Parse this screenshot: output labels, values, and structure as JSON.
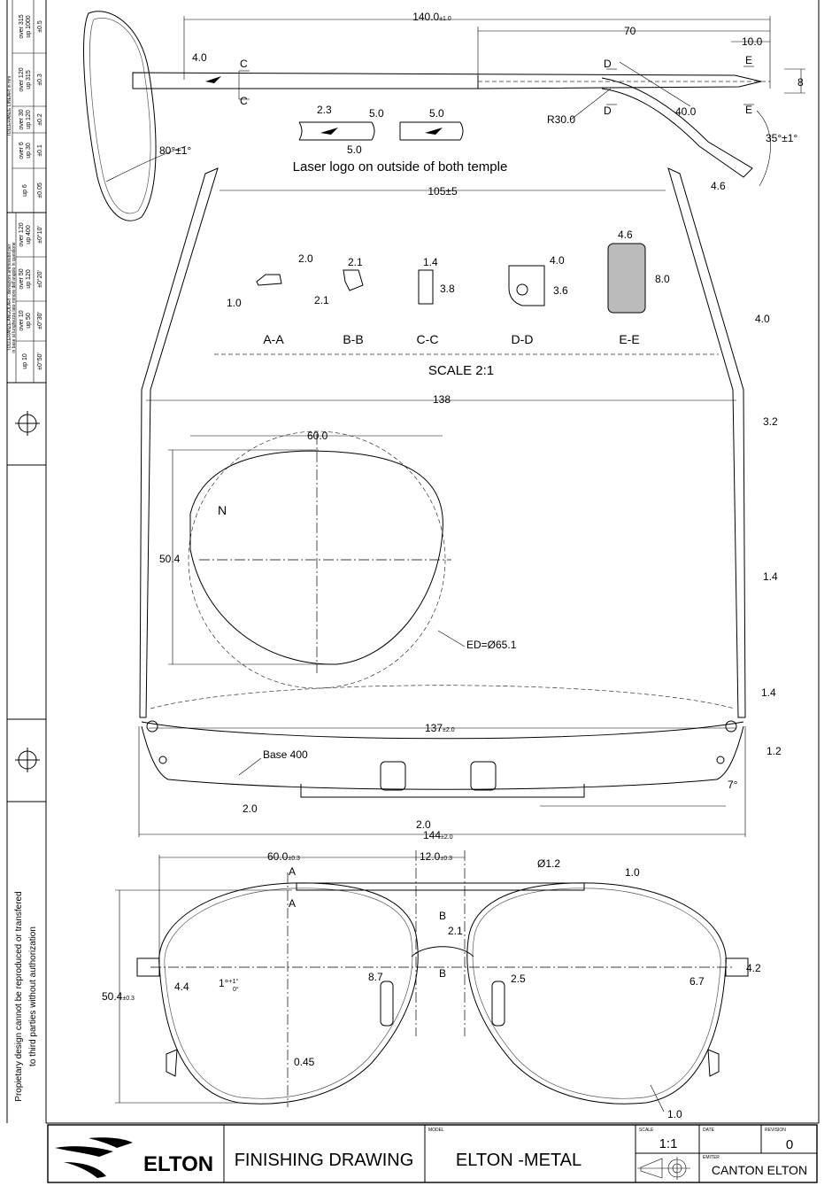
{
  "tolerance_table": {
    "linear_header": "TOLLERANZE LINEARI in mm",
    "angular_header": "TOLLERANZE ANGOLARI - deviazioni ammissibili per",
    "angular_subheader": "in base al lunghezza lato minore dell'angolo in questione",
    "linear": [
      {
        "range1": "over 315",
        "range2": "up 1000",
        "tol": "±0.5"
      },
      {
        "range1": "over 120",
        "range2": "up 315",
        "tol": "±0.3"
      },
      {
        "range1": "over 30",
        "range2": "up 120",
        "tol": "±0.2"
      },
      {
        "range1": "over 6",
        "range2": "up 30",
        "tol": "±0.1"
      },
      {
        "range1": "up 6",
        "range2": "",
        "tol": "±0.05"
      }
    ],
    "angular": [
      {
        "range1": "over 120",
        "range2": "up 400",
        "tol": "±0°10'"
      },
      {
        "range1": "over 50",
        "range2": "up 120",
        "tol": "±0°20'"
      },
      {
        "range1": "over 10",
        "range2": "up 50",
        "tol": "±0°30'"
      },
      {
        "range1": "up 10",
        "range2": "",
        "tol": "±0°50'"
      }
    ]
  },
  "side_notice": [
    "Propietary design cannot be reproduced or transfered",
    "to third parties without authorization"
  ],
  "side_view": {
    "overall": "140.0",
    "overall_tol": "±1.0",
    "d70": "70",
    "d10": "10.0",
    "d4": "4.0",
    "d8": "8",
    "r30": "R30.0",
    "d40": "40.0",
    "angle35": "35°±1°",
    "d46": "4.6",
    "angle80": "80°±1°",
    "sec_c": "C",
    "sec_d": "D",
    "sec_e": "E",
    "logo_d23": "2.3",
    "logo_d5a": "5.0",
    "logo_d5b": "5.0",
    "logo_d5c": "5.0",
    "logo_note": "Laser logo on outside of both temple"
  },
  "sections": {
    "d105": "105±5",
    "aa": {
      "label": "A-A",
      "d1": "2.0",
      "d2": "1.0"
    },
    "bb": {
      "label": "B-B",
      "d1": "2.1",
      "d2": "2.1"
    },
    "cc": {
      "label": "C-C",
      "d1": "1.4",
      "d2": "3.8"
    },
    "dd": {
      "label": "D-D",
      "d1": "4.0",
      "d2": "3.6"
    },
    "ee": {
      "label": "E-E",
      "d1": "4.6",
      "d2": "8.0"
    },
    "temple_w": "4.0",
    "scale": "SCALE  2:1"
  },
  "top_view": {
    "d138": "138",
    "d32": "3.2",
    "lens_w": "60.0",
    "lens_h": "50.4",
    "n": "N",
    "ed": "ED=Ø65.1",
    "d14a": "1.4",
    "d14b": "1.4",
    "d137": "137",
    "d137_tol": "±2.0",
    "d12": "1.2",
    "base": "Base 400",
    "angle7": "7°",
    "d20a": "2.0",
    "d20b": "2.0",
    "d144": "144",
    "d144_tol": "±2.0"
  },
  "front_view": {
    "lens_w": "60.0",
    "lens_w_tol": "±0.3",
    "bridge": "12.0",
    "bridge_tol": "±0.3",
    "hole": "Ø1.2",
    "d10a": "1.0",
    "sec_a": "A",
    "sec_b": "B",
    "d21": "2.1",
    "d42": "4.2",
    "d67": "6.7",
    "d25": "2.5",
    "d87": "8.7",
    "d44": "4.4",
    "angle1": "1°",
    "angle1_plus": "+1°",
    "angle1_minus": "0°",
    "lens_h": "50.4",
    "lens_h_tol": "±0.3",
    "d045": "0.45",
    "d10b": "1.0"
  },
  "title_block": {
    "brand": "ELTON",
    "title": "FINISHING DRAWING",
    "model_label": "MODEL",
    "model": "ELTON -METAL",
    "scale_label": "SCALE",
    "scale": "1:1",
    "date_label": "DATE",
    "date": "",
    "revision_label": "REVISION",
    "revision": "0",
    "emiter_label": "EMITER",
    "emiter": "CANTON ELTON"
  }
}
